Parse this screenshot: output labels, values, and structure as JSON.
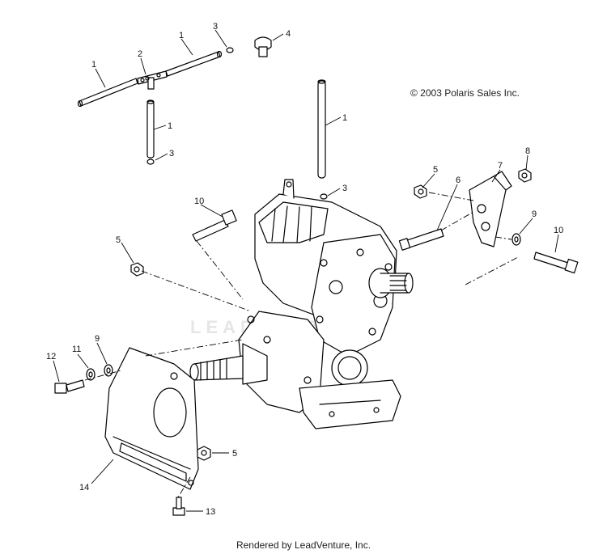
{
  "copyright": "© 2003 Polaris Sales Inc.",
  "footer": "Rendered by LeadVenture, Inc.",
  "watermark": "LEADVENTURE",
  "callouts": [
    {
      "id": "c1a",
      "label": "1"
    },
    {
      "id": "c1b",
      "label": "1"
    },
    {
      "id": "c1c",
      "label": "1"
    },
    {
      "id": "c1d",
      "label": "1"
    },
    {
      "id": "c2",
      "label": "2"
    },
    {
      "id": "c3a",
      "label": "3"
    },
    {
      "id": "c3b",
      "label": "3"
    },
    {
      "id": "c3c",
      "label": "3"
    },
    {
      "id": "c4",
      "label": "4"
    },
    {
      "id": "c5a",
      "label": "5"
    },
    {
      "id": "c5b",
      "label": "5"
    },
    {
      "id": "c5c",
      "label": "5"
    },
    {
      "id": "c6",
      "label": "6"
    },
    {
      "id": "c7",
      "label": "7"
    },
    {
      "id": "c8",
      "label": "8"
    },
    {
      "id": "c9a",
      "label": "9"
    },
    {
      "id": "c9b",
      "label": "9"
    },
    {
      "id": "c10a",
      "label": "10"
    },
    {
      "id": "c10b",
      "label": "10"
    },
    {
      "id": "c11",
      "label": "11"
    },
    {
      "id": "c12",
      "label": "12"
    },
    {
      "id": "c13",
      "label": "13"
    },
    {
      "id": "c14",
      "label": "14"
    }
  ]
}
